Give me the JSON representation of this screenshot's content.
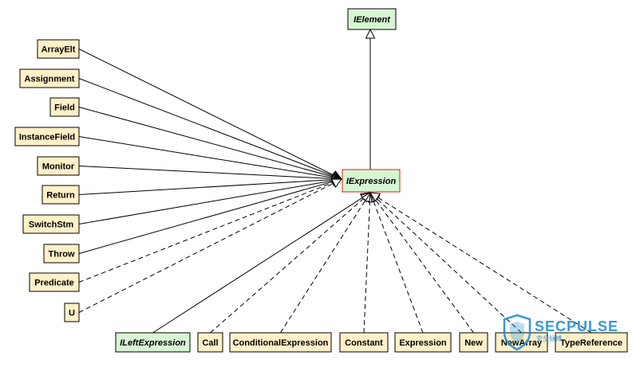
{
  "diagram": {
    "colors": {
      "class_fill": "#fff0c8",
      "interface_fill": "#d8f5d3",
      "border": "#000000",
      "highlight_border": "#d02020",
      "watermark": "#1f8fd6"
    },
    "nodes": {
      "ielement": {
        "label": "IElement",
        "kind": "interface"
      },
      "iexpression": {
        "label": "IExpression",
        "kind": "interface",
        "highlighted": true
      },
      "left": [
        {
          "id": "arrayelt",
          "label": "ArrayElt",
          "relation": "inherits"
        },
        {
          "id": "assignment",
          "label": "Assignment",
          "relation": "inherits"
        },
        {
          "id": "field",
          "label": "Field",
          "relation": "inherits"
        },
        {
          "id": "instancefield",
          "label": "InstanceField",
          "relation": "inherits"
        },
        {
          "id": "monitor",
          "label": "Monitor",
          "relation": "inherits"
        },
        {
          "id": "return",
          "label": "Return",
          "relation": "inherits"
        },
        {
          "id": "switchstm",
          "label": "SwitchStm",
          "relation": "inherits"
        },
        {
          "id": "throw",
          "label": "Throw",
          "relation": "inherits"
        },
        {
          "id": "predicate",
          "label": "Predicate",
          "relation": "implements"
        },
        {
          "id": "u",
          "label": "U",
          "relation": "implements"
        }
      ],
      "bottom": [
        {
          "id": "ileftexpression",
          "label": "ILeftExpression",
          "kind": "interface",
          "relation": "inherits"
        },
        {
          "id": "call",
          "label": "Call",
          "relation": "implements"
        },
        {
          "id": "conditionalexpression",
          "label": "ConditionalExpression",
          "relation": "implements"
        },
        {
          "id": "constant",
          "label": "Constant",
          "relation": "implements"
        },
        {
          "id": "expression",
          "label": "Expression",
          "relation": "implements"
        },
        {
          "id": "new",
          "label": "New",
          "relation": "implements"
        },
        {
          "id": "newarray",
          "label": "NewArray",
          "relation": "implements"
        },
        {
          "id": "typereference",
          "label": "TypeReference",
          "relation": "implements"
        }
      ]
    }
  },
  "watermark": {
    "text": "SECPULSE",
    "subtext": "安全脉搏",
    "icon": "shield-icon"
  }
}
